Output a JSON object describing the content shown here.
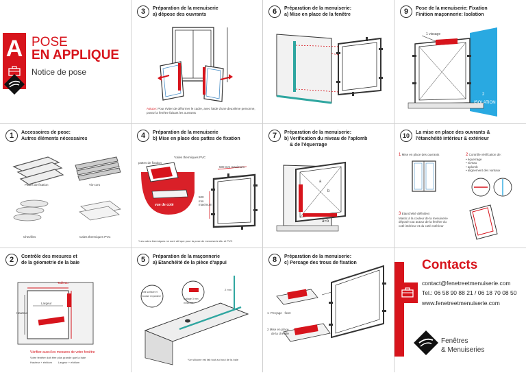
{
  "cover": {
    "letter": "A",
    "title_line1": "POSE",
    "title_line2": "EN APPLIQUE",
    "subtitle": "Notice de pose"
  },
  "steps": [
    {
      "num": "3",
      "line1": "Préparation de la menuiserie",
      "line2": "a) dépose des ouvrants"
    },
    {
      "num": "6",
      "line1": "Préparation de la  menuiserie:",
      "line2": "a) Mise en place de la fenêtre"
    },
    {
      "num": "9",
      "line1": "Pose de la menuiserie: Fixation",
      "line2": "Finition maçonnerie: Isolation"
    },
    {
      "num": "1",
      "line1": "Accessoires de pose:",
      "line2": "Autres éléments nécessaires"
    },
    {
      "num": "4",
      "line1": "Préparation de la menuiserie",
      "line2": "b) Mise en place des pattes de fixation"
    },
    {
      "num": "7",
      "line1": "Préparation de la  menuiserie:",
      "line2": "b) Verification du niveau de l'aplomb",
      "line3": "& de l'équerrage"
    },
    {
      "num": "10",
      "line1": "La mise en place des ouvrants &",
      "line2": "l'étanchéité intérieur & extérieur"
    },
    {
      "num": "2",
      "line1": "Contrôle des mesures et",
      "line2": "de la géometrie de la baie"
    },
    {
      "num": "5",
      "line1": "Préparation de la maçonnerie",
      "line2": "a) Etanchéité de la pièce d'appui"
    },
    {
      "num": "8",
      "line1": "Préparation de la  menuiserie:",
      "line2": "c) Percage des trous de fixation"
    }
  ],
  "step3": {
    "astuce_label": "Astuce:",
    "astuce_text": "Pour éviter de déformer le cadre, avec l'aide d'une deuxième personne, posez la fenêtre faisant les ouvrants"
  },
  "step9": {
    "vissage": "1 vissage",
    "isolation_num": "2",
    "isolation": "ISOLATION"
  },
  "step1": {
    "items": [
      "Pattes de fixation",
      "Vis-cors",
      "Chevilles",
      "Cales thermiques PVC"
    ]
  },
  "step4": {
    "pattes": "pattes de fixation",
    "cales": "*cales thermiques PVC",
    "dim1": "500 mm maximum",
    "dim2": "500 mm maximum",
    "vue": "vue de coté",
    "note": "*Les cales thermiques ne sont util que pour la pose de menuiserie Alu et PVC"
  },
  "step7": {
    "a": "a",
    "b": "b",
    "ab": "a=b"
  },
  "step10": {
    "n1": "1",
    "t1": "Mise en place des ouvrants",
    "n2": "2",
    "t2_lines": [
      "Contrôle vérification de:",
      "• équerrage",
      "• niveau",
      "• aplomb",
      "• alignement des vantaux"
    ],
    "n3": "3",
    "t3_lines": [
      "Etanchéité définitive:",
      "Mastic à la couleur de la menuiserie",
      "déposé tout autour de la fenêtre du",
      "coté intérieur et du coté extérieur"
    ]
  },
  "step2": {
    "largeur": "Largeur",
    "hauteur": "Hauteur",
    "tableau_top": "Tableau",
    "tableau_bottom": "Niveau & Tableau",
    "note_red": "Vérifiez aussi les mesures de votre fenêtre",
    "note_black": "Votre fenêtre doit être plus grande que la baie",
    "formula": "Hauteur + ehblom        Largeur + ehblom"
  },
  "step5": {
    "bubble1": "Joint surfacé et mousse expansive",
    "bubble2": "Collage 3 mm minimum",
    "dim": "2 mm",
    "note": "*Le silicone est fait tout au bout de la baie"
  },
  "step8": {
    "perceage": "1  Perçage   foret",
    "mise": "2  Mise en place",
    "cheville": "de la cheville"
  },
  "contacts": {
    "title": "Contacts",
    "email": "contact@fenetreetmenuiserie.com",
    "tel": "Tel.: 06 58 90 88 21  /  06 18 70 08 50",
    "web": "www.fenetreetmenuiserie.com",
    "brand_line1": "Fenêtres",
    "brand_line2": "& Menuiseries"
  },
  "colors": {
    "accent": "#d7141c",
    "isolation": "#29a9e1",
    "line": "#333333"
  }
}
